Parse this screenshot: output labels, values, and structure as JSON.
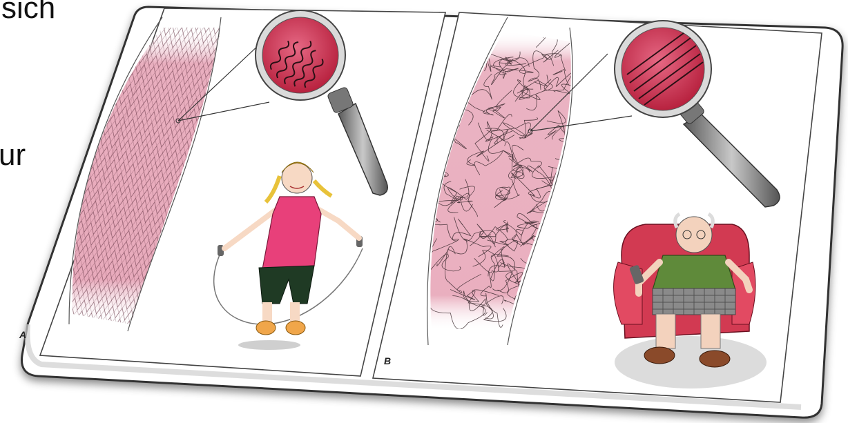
{
  "partial_text": {
    "line1": "sich",
    "line2": "ur"
  },
  "figure": {
    "panel_a_label": "A",
    "panel_b_label": "B",
    "panels": [
      {
        "panel": "A",
        "depicts": [
          "healthy-muscle-tissue",
          "magnifier-wavy-fibers",
          "girl-jumping-rope"
        ]
      },
      {
        "panel": "B",
        "depicts": [
          "tangled-muscle-tissue",
          "magnifier-straight-fibers",
          "old-man-in-armchair"
        ]
      }
    ]
  },
  "colors": {
    "tissue_pink": "#e7a6b8",
    "lens_red": "#c8304f",
    "handle_gray": "#8a8a8a",
    "shirt_pink": "#e8407a",
    "armchair_red": "#d23a52",
    "shirt_green": "#5f8a3a"
  }
}
